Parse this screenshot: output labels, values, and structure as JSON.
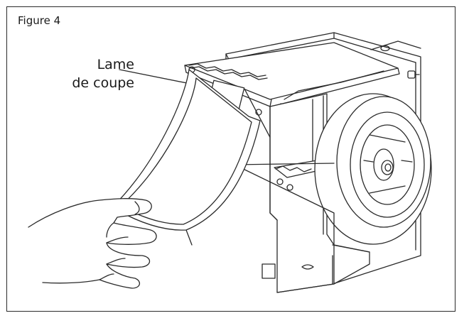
{
  "figure": {
    "label": "Figure 4"
  },
  "callout": {
    "line1": "Lame",
    "line2": "de coupe"
  },
  "colors": {
    "line": "#2a2a2a",
    "paper": "#ffffff"
  },
  "icons": [
    "tape-dispenser-illustration",
    "hand-illustration",
    "tape-roll-illustration",
    "cutting-blade-illustration"
  ]
}
